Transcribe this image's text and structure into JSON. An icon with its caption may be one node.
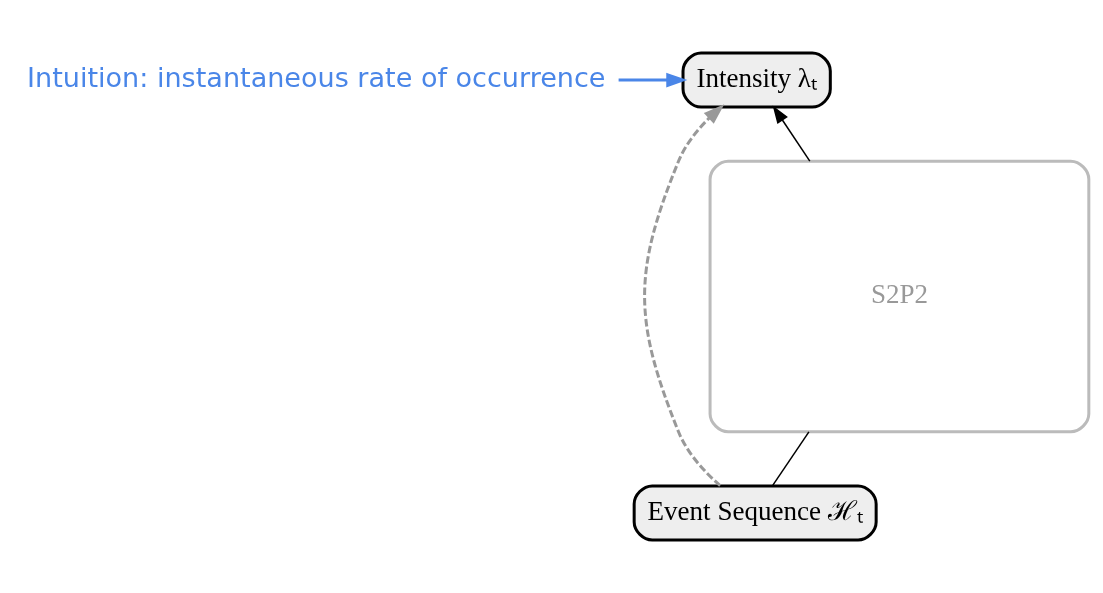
{
  "diagram": {
    "nodes": [
      {
        "text": [
          "Intensity λₜ"
        ]
      },
      {
        "text": [
          "S2P2"
        ]
      },
      {
        "text": [
          "Event Sequence ℋₜ"
        ]
      },
      {
        "text": [
          "Intuition: instantaneous rate of occurrence"
        ]
      }
    ],
    "edges": [
      {
        "from": 2,
        "to": 0,
        "arrow": "to",
        "style": "dashed",
        "color": "#999999"
      },
      {
        "from": 2,
        "to": 1,
        "arrow": "none"
      },
      {
        "from": 1,
        "to": 0,
        "arrow": "to"
      },
      {
        "from": 3,
        "to": 0,
        "arrow": "to",
        "color": "#4a86e8"
      }
    ]
  }
}
